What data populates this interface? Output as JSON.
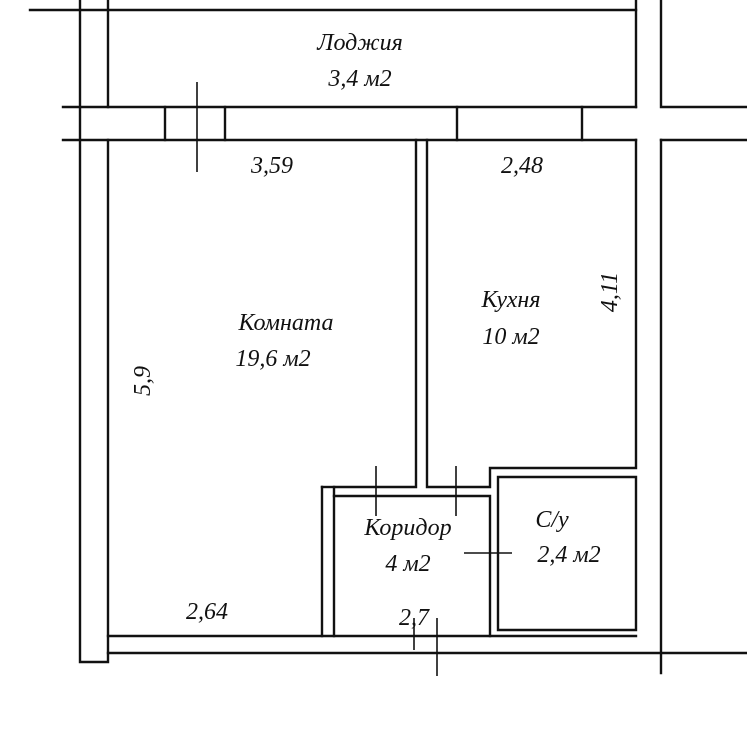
{
  "plan": {
    "rooms": {
      "loggia": {
        "name": "Лоджия",
        "area": "3,4 м2"
      },
      "room": {
        "name": "Комната",
        "area": "19,6 м2"
      },
      "kitchen": {
        "name": "Кухня",
        "area": "10 м2"
      },
      "corridor": {
        "name": "Коридор",
        "area": "4 м2"
      },
      "bathroom": {
        "name": "С/у",
        "area": "2,4 м2"
      }
    },
    "dimensions": {
      "room_width": "3,59",
      "kitchen_width": "2,48",
      "kitchen_depth": "4,11",
      "room_depth": "5,9",
      "room_bottom": "2,64",
      "corridor_bottom": "2,7"
    }
  }
}
